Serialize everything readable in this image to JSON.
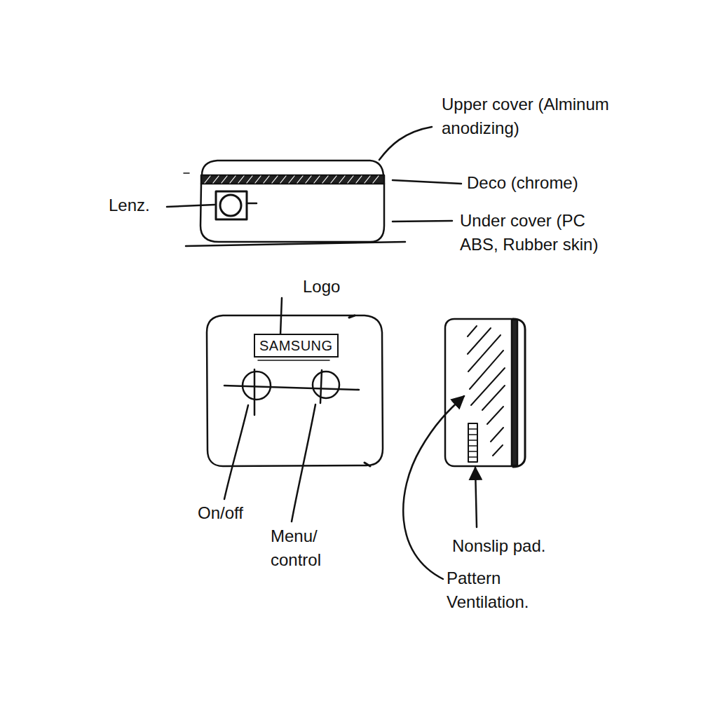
{
  "diagram": {
    "nodes": [
      {
        "text": [
          "SAMSUNG"
        ]
      }
    ],
    "labels": [
      "Upper cover (Alminum anodizing)",
      "Deco (chrome)",
      "Under cover (PC ABS, Rubber skin)",
      "Lenz.",
      "Logo",
      "On/off",
      "Menu/ control",
      "Nonslip pad.",
      "Pattern Ventilation."
    ]
  }
}
